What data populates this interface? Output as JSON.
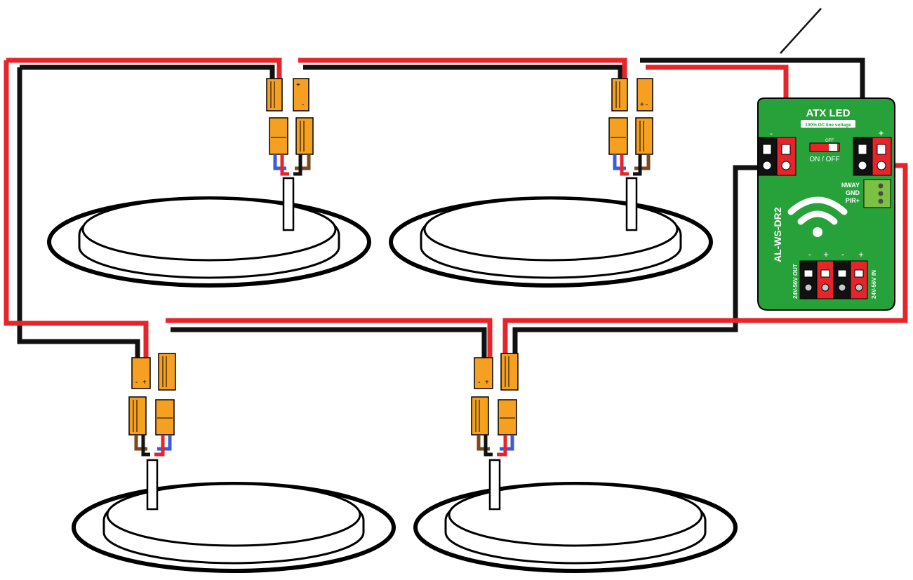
{
  "controller": {
    "brand": "ATX LED",
    "tagline": "100% DC line voltage",
    "model": "AL-WS-DR2",
    "minus_label": "-",
    "plus_label": "+",
    "switch_label": "ON / OFF",
    "switch_mark": "OFF",
    "aux_terminal_labels": [
      "NWAY",
      "GND",
      "PIR+"
    ],
    "out_label": "24V-56V OUT",
    "in_label": "24V-56V IN",
    "bottom_polarity": [
      "-",
      "+",
      "-",
      "+"
    ]
  },
  "connector_marks": {
    "minus": "-",
    "plus": "+"
  },
  "colors": {
    "positive_wire": "#e8242b",
    "negative_wire": "#111111",
    "board_green": "#27a23a",
    "connector_orange": "#f5a020",
    "terminal_red": "#e8242b",
    "lead_blue": "#3b5bdb",
    "lead_brown": "#7a4a1e",
    "terminal_block_green": "#7cc242"
  },
  "icons": {
    "wifi": "wifi-icon"
  },
  "fixtures": [
    {
      "id": "fixture-top-left"
    },
    {
      "id": "fixture-top-right"
    },
    {
      "id": "fixture-bottom-left"
    },
    {
      "id": "fixture-bottom-right"
    }
  ]
}
